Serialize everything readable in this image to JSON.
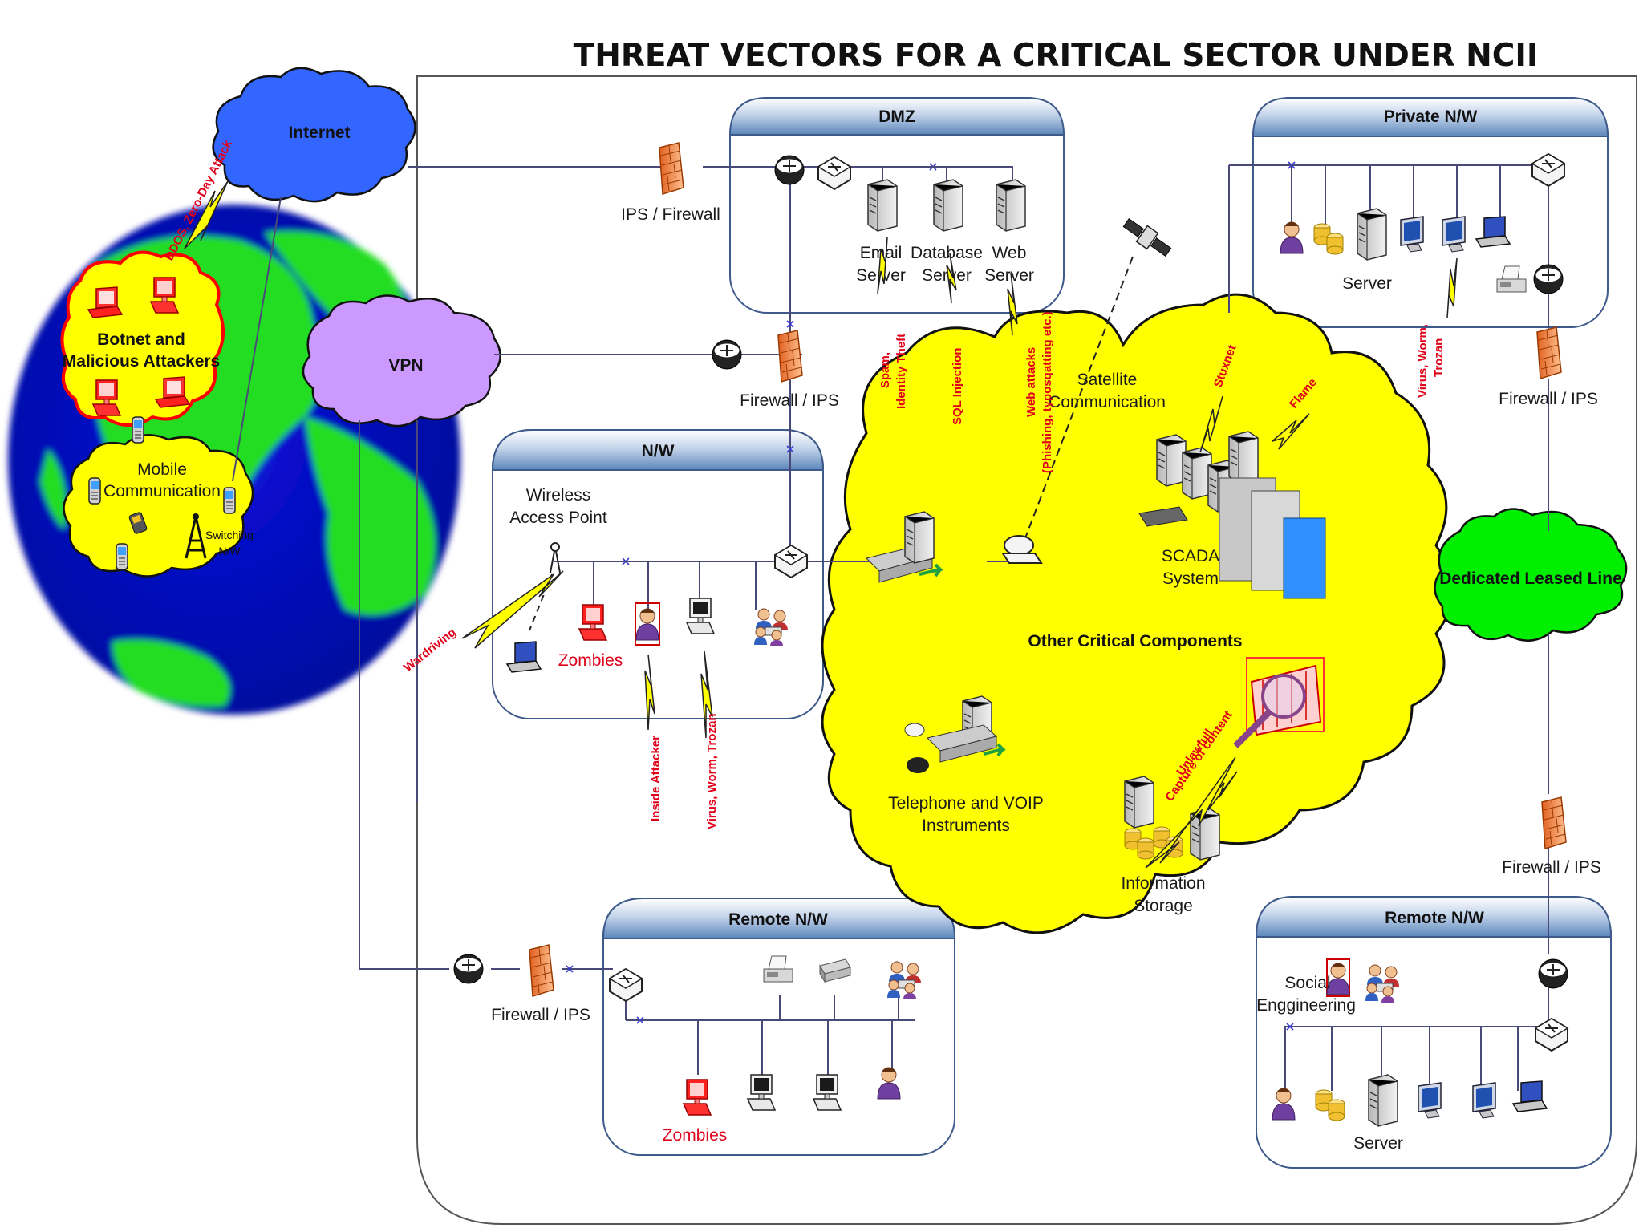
{
  "title": "THREAT VECTORS FOR A CRITICAL SECTOR UNDER NCII",
  "zones": {
    "dmz": "DMZ",
    "private": "Private N/W",
    "nw": "N/W",
    "remote_left": "Remote N/W",
    "remote_right": "Remote N/W"
  },
  "clouds": {
    "internet": "Internet",
    "vpn": "VPN",
    "botnet": [
      "Botnet and",
      "Malicious Attackers"
    ],
    "mobile": [
      "Mobile",
      "Communication"
    ],
    "dedicated": "Dedicated Leased Line",
    "critical": "Other Critical Components"
  },
  "labels": {
    "ips_firewall": "IPS / Firewall",
    "firewall_ips": "Firewall / IPS",
    "email_server": [
      "Email",
      "Server"
    ],
    "database_server": [
      "Database",
      "Server"
    ],
    "web_server": [
      "Web",
      "Server"
    ],
    "server": "Server",
    "wireless_ap": [
      "Wireless",
      "Access Point"
    ],
    "zombies": "Zombies",
    "satellite": [
      "Satellite",
      "Communication"
    ],
    "scada": [
      "SCADA",
      "System"
    ],
    "telephone": [
      "Telephone and VOIP",
      "Instruments"
    ],
    "storage": [
      "Information",
      "Storage"
    ],
    "switching": [
      "Switching",
      "N/W"
    ],
    "social": [
      "Social",
      "Enggineering"
    ]
  },
  "threats": {
    "ddos": "DDOS, Zero-Day Attack",
    "spam": [
      "Spam,",
      "Identity Theft"
    ],
    "sql": "SQL Injection",
    "web_attacks": [
      "Web attacks",
      "(Phishing, typosqatting etc.)"
    ],
    "stuxnet": "Stuxnet",
    "flame": "Flame",
    "virus_private": [
      "Virus, Worm,",
      "Trozan"
    ],
    "wardriving": "Wardriving",
    "inside": "Inside Attacker",
    "virus_nw": "Virus, Worm, Trozan",
    "unlawful": [
      "Unlawfull",
      "Capture of content"
    ]
  },
  "colors": {
    "internet_cloud": "#3366ff",
    "vpn_cloud": "#cc99ff",
    "critical_cloud": "#ffff00",
    "leased_cloud": "#00ee00",
    "botnet_cloud": "#ffff00",
    "threat_text": "#e0001a",
    "zone_header": "#5b86bb"
  }
}
